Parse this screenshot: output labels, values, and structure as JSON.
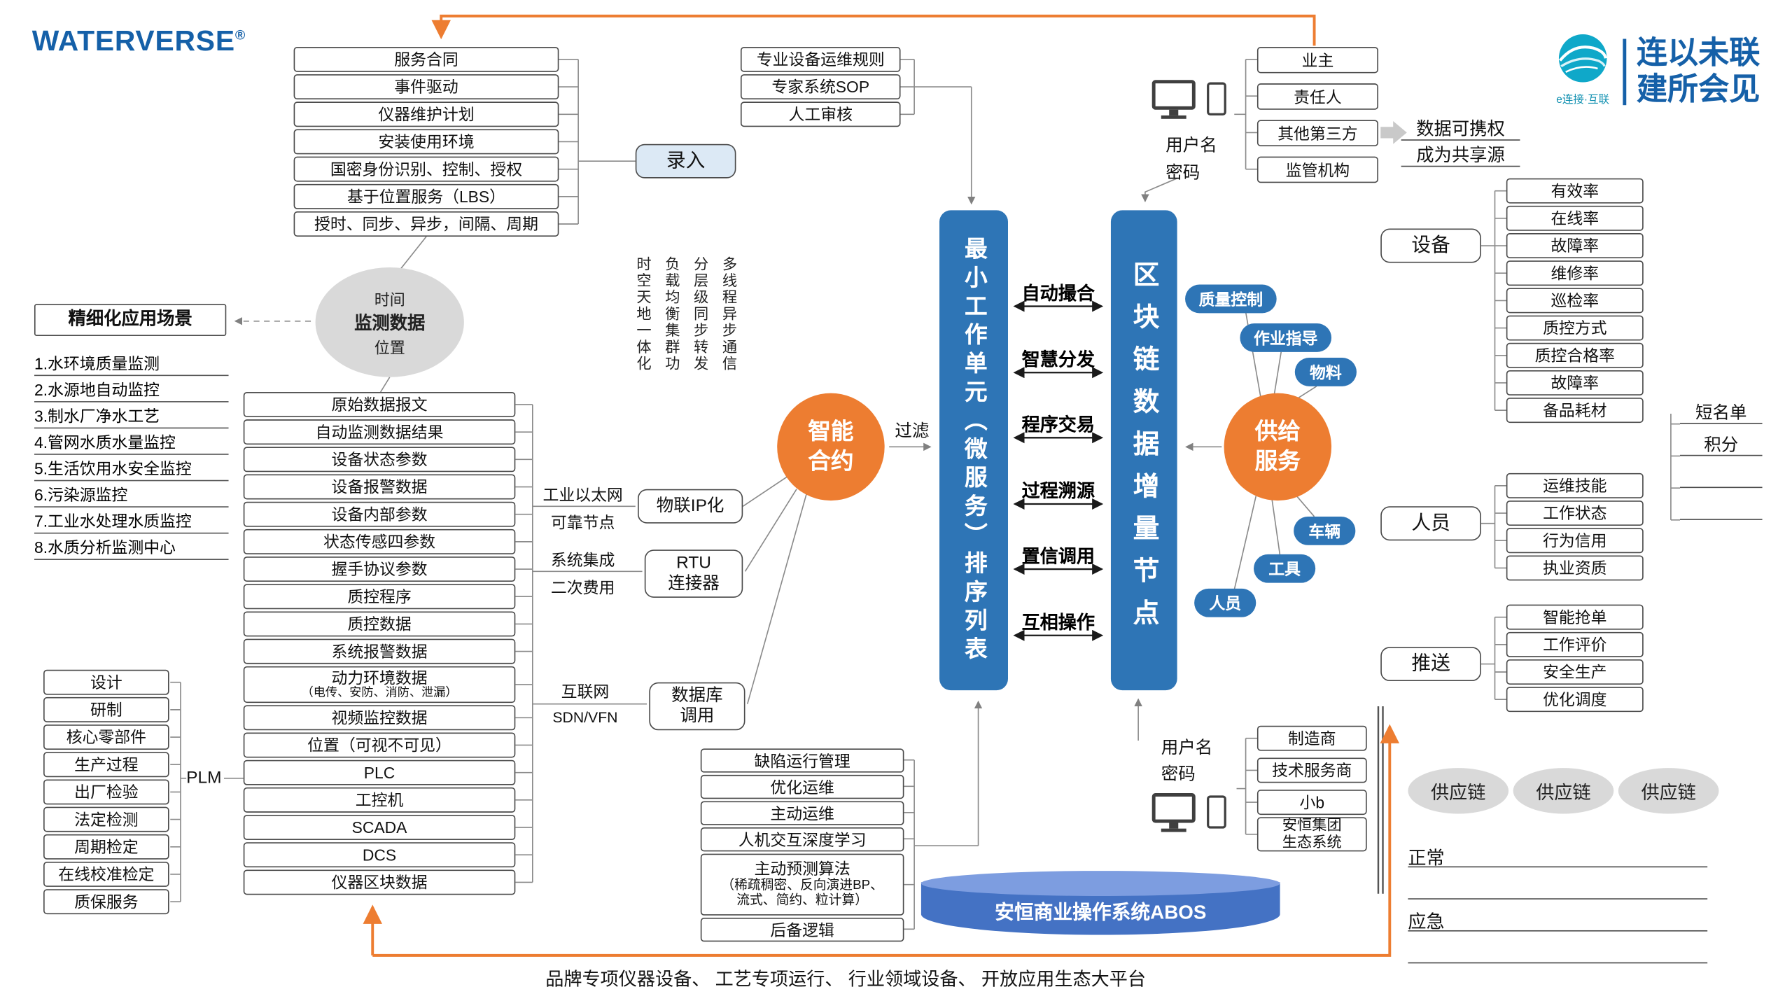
{
  "header": {
    "brand": "WATERVERSE",
    "reg": "®",
    "logo_caption": "e连接·互联",
    "slogan": "连以未联\n建所会见"
  },
  "colors": {
    "blue": "#2E75B6",
    "orange": "#ED7D31",
    "brand_blue": "#1560A8",
    "gray_fill": "#D9D9D9",
    "cylinder": "#4472C4"
  },
  "top_left_stack": [
    "服务合同",
    "事件驱动",
    "仪器维护计划",
    "安装使用环境",
    "国密身份识别、控制、授权",
    "基于位置服务（LBS）",
    "授时、同步、异步，间隔、周期"
  ],
  "entry_label": "录入",
  "rules_stack": [
    "专业设备运维规则",
    "专家系统SOP",
    "人工审核"
  ],
  "monitor_ellipse": {
    "top": "时间",
    "middle": "监测数据",
    "bottom": "位置"
  },
  "scenario_title": "精细化应用场景",
  "scenario_list": [
    "1.水环境质量监测",
    "2.水源地自动监控",
    "3.制水厂净水工艺",
    "4.管网水质水量监控",
    "5.生活饮用水安全监控",
    "6.污染源监控",
    "7.工业水处理水质监控",
    "8.水质分析监测中心"
  ],
  "data_stack_a": [
    "原始数据报文",
    "自动监测数据结果",
    "设备状态参数",
    "设备报警数据",
    "设备内部参数",
    "状态传感四参数",
    "握手协议参数",
    "质控程序",
    "质控数据",
    "系统报警数据"
  ],
  "power_box": {
    "main": "动力环境数据",
    "sub": "（电传、安防、消防、泄漏）"
  },
  "data_stack_b": [
    "视频监控数据",
    "位置（可视不可见）",
    "PLC",
    "工控机",
    "SCADA",
    "DCS",
    "仪器区块数据"
  ],
  "plm_label": "PLM",
  "plm_stack": [
    "设计",
    "研制",
    "核心零部件",
    "生产过程",
    "出厂检验",
    "法定检测",
    "周期检定",
    "在线校准检定",
    "质保服务"
  ],
  "link_ethernet": {
    "above": "工业以太网",
    "below": "可靠节点",
    "box": "物联IP化"
  },
  "link_rtu": {
    "above": "系统集成",
    "below": "二次费用",
    "box_line1": "RTU",
    "box_line2": "连接器"
  },
  "link_db": {
    "above": "互联网",
    "below": "SDN/VFN",
    "box_line1": "数据库",
    "box_line2": "调用"
  },
  "vertical_features": "多线程异步通信\n分层级同步转发\n负载均衡集群功\n时空天地一体化",
  "smart_contract": "智能\n合约",
  "filter_label": "过滤",
  "micro_box": "最小工作单元（微服务）排序列表",
  "exchange_labels": [
    "自动撮合",
    "智慧分发",
    "程序交易",
    "过程溯源",
    "置信调用",
    "互相操作"
  ],
  "chain_box": "区块链数据增量节点",
  "supply_circle": "供给\n服务",
  "pills": [
    "质量控制",
    "作业指导",
    "物料",
    "车辆",
    "工具",
    "人员"
  ],
  "login_top": {
    "line1": "用户名",
    "line2": "密码"
  },
  "stakeholders": [
    "业主",
    "责任人",
    "其他第三方",
    "监管机构"
  ],
  "portability": {
    "line1": "数据可携权",
    "line2": "成为共享源"
  },
  "device": {
    "label": "设备",
    "items": [
      "有效率",
      "在线率",
      "故障率",
      "维修率",
      "巡检率",
      "质控方式",
      "质控合格率",
      "故障率",
      "备品耗材"
    ]
  },
  "shortlist": [
    "短名单",
    "积分"
  ],
  "personnel": {
    "label": "人员",
    "items": [
      "运维技能",
      "工作状态",
      "行为信用",
      "执业资质"
    ]
  },
  "push": {
    "label": "推送",
    "items": [
      "智能抢单",
      "工作评价",
      "安全生产",
      "优化调度"
    ]
  },
  "login_bottom": {
    "line1": "用户名",
    "line2": "密码"
  },
  "suppliers": [
    "制造商",
    "技术服务商",
    "小b"
  ],
  "eco_box": {
    "line1": "安恒集团",
    "line2": "生态系统"
  },
  "supply_chain": [
    "供应链",
    "供应链",
    "供应链"
  ],
  "status": {
    "normal": "正常",
    "emergency": "应急"
  },
  "ops_stack": [
    "缺陷运行管理",
    "优化运维",
    "主动运维",
    "人机交互深度学习"
  ],
  "predict_box": {
    "line1": "主动预测算法",
    "line2": "（稀疏稠密、反向演进BP、",
    "line3": "流式、简约、粒计算）"
  },
  "backup_label": "后备逻辑",
  "abos_label": "安恒商业操作系统ABOS",
  "bottom_caption": "品牌专项仪器设备、 工艺专项运行、 行业领域设备、 开放应用生态大平台"
}
